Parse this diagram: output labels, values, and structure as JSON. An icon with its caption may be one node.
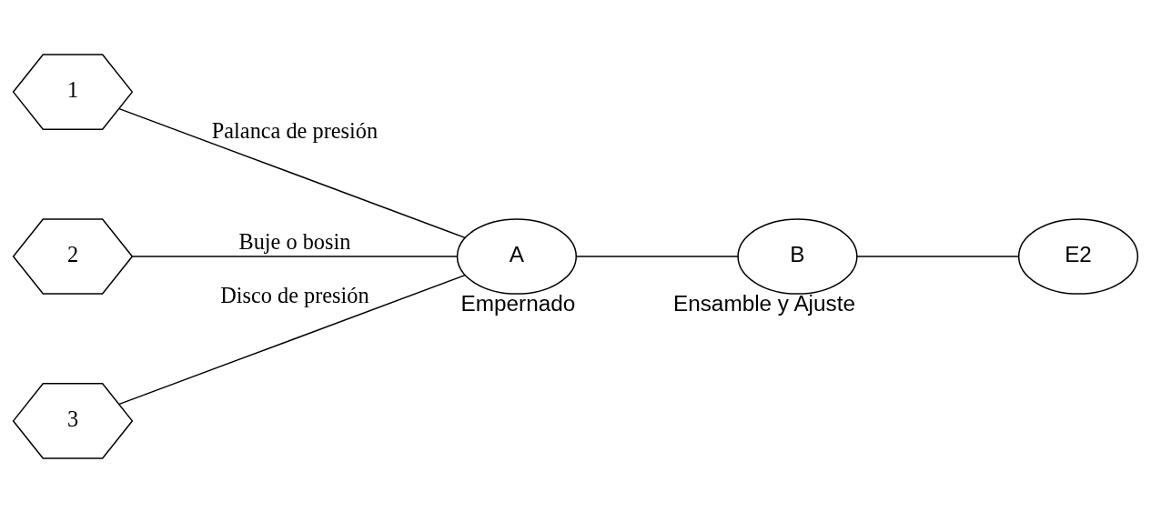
{
  "diagram": {
    "nodes": [
      {
        "text": [
          "1"
        ]
      },
      {
        "text": [
          "2"
        ]
      },
      {
        "text": [
          "3"
        ]
      },
      {
        "text": [
          "A"
        ],
        "beside": [
          "Empernado"
        ]
      },
      {
        "text": [
          "B"
        ],
        "beside": [
          "Ensamble y Ajuste"
        ]
      },
      {
        "text": [
          "E2"
        ]
      }
    ],
    "edges": [
      {
        "from": 0,
        "to": 3,
        "arrow": "none",
        "label": "Palanca de presión"
      },
      {
        "from": 1,
        "to": 3,
        "arrow": "none",
        "label": "Buje o bosin"
      },
      {
        "from": 2,
        "to": 3,
        "arrow": "none",
        "label": "Disco de presión"
      },
      {
        "from": 3,
        "to": 4,
        "arrow": "none"
      },
      {
        "from": 4,
        "to": 5,
        "arrow": "none"
      }
    ]
  }
}
